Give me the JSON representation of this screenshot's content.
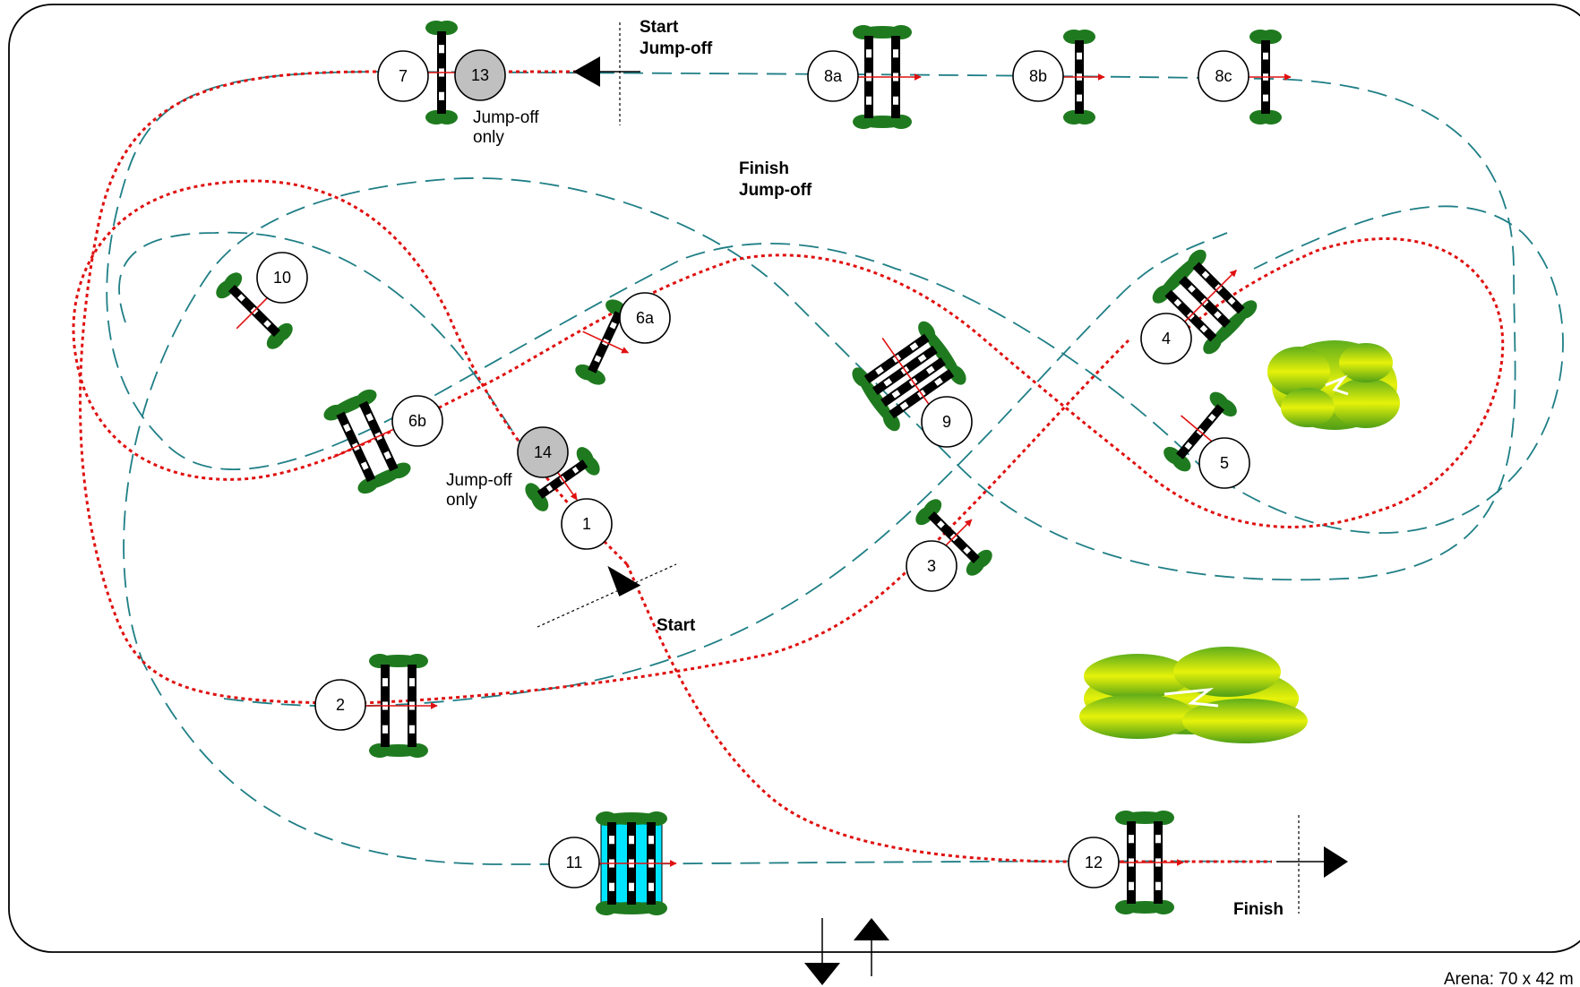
{
  "labels": {
    "start_jumpoff": [
      "Start",
      "Jump-off"
    ],
    "finish_jumpoff": [
      "Finish",
      "Jump-off"
    ],
    "start": "Start",
    "finish": "Finish",
    "jumpoff_only_13": [
      "Jump-off",
      "only"
    ],
    "jumpoff_only_14": [
      "Jump-off",
      "only"
    ],
    "arena": "Arena: 70 x 42 m"
  },
  "obstacles": [
    {
      "id": "1",
      "label": "1"
    },
    {
      "id": "2",
      "label": "2"
    },
    {
      "id": "3",
      "label": "3"
    },
    {
      "id": "4",
      "label": "4"
    },
    {
      "id": "5",
      "label": "5"
    },
    {
      "id": "6a",
      "label": "6a"
    },
    {
      "id": "6b",
      "label": "6b"
    },
    {
      "id": "7",
      "label": "7"
    },
    {
      "id": "8a",
      "label": "8a"
    },
    {
      "id": "8b",
      "label": "8b"
    },
    {
      "id": "8c",
      "label": "8c"
    },
    {
      "id": "9",
      "label": "9"
    },
    {
      "id": "10",
      "label": "10"
    },
    {
      "id": "11",
      "label": "11"
    },
    {
      "id": "12",
      "label": "12"
    },
    {
      "id": "13",
      "label": "13"
    },
    {
      "id": "14",
      "label": "14"
    }
  ],
  "colors": {
    "course_line": "#1f7f86",
    "jumpoff_line": "#e01010",
    "water": "#00e5ff",
    "bush": "#1f7a1f"
  }
}
